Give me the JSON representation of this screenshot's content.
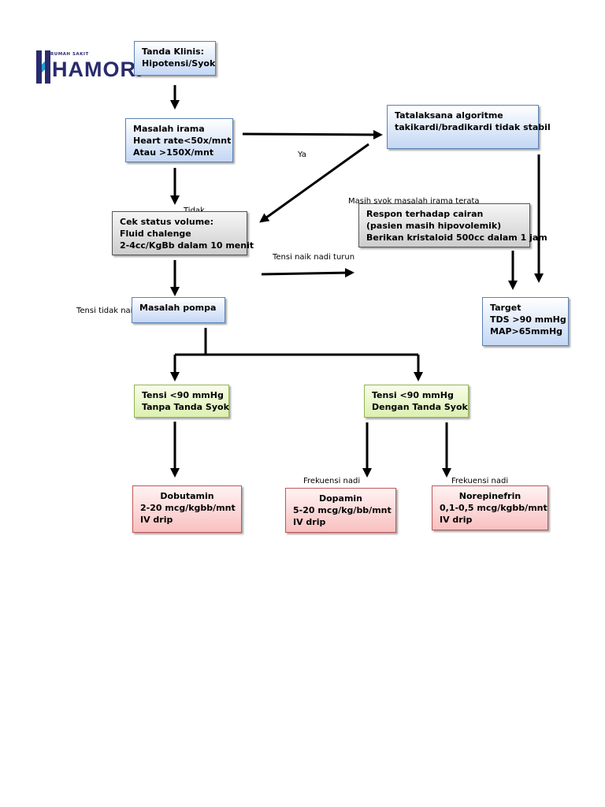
{
  "logo": {
    "small_text": "RUMAH SAKIT",
    "name": "HAMORI",
    "brand_color": "#2a2a6e",
    "accent_color": "#1e9fd6"
  },
  "nodes": {
    "tanda_klinis": {
      "lines": [
        "Tanda Klinis:",
        "Hipotensi/Syok"
      ]
    },
    "masalah_irama": {
      "lines": [
        "Masalah irama",
        "Heart rate<50x/mnt",
        "Atau >150X/mnt"
      ]
    },
    "tatalaksana": {
      "lines": [
        "Tatalaksana algoritme",
        "takikardi/bradikardi tidak stabil"
      ]
    },
    "cek_status": {
      "lines": [
        "Cek status volume:",
        "Fluid chalenge",
        "2-4cc/KgBb dalam 10 menit"
      ]
    },
    "respon_cairan": {
      "lines": [
        "Respon terhadap cairan",
        "(pasien masih hipovolemik)",
        "Berikan kristaloid 500cc dalam 1 jam"
      ]
    },
    "masalah_pompa": {
      "lines": [
        "Masalah pompa"
      ]
    },
    "target": {
      "lines": [
        "Target",
        "TDS >90 mmHg",
        "MAP>65mmHg"
      ]
    },
    "tensi_tanpa": {
      "lines": [
        "Tensi <90 mmHg",
        "Tanpa Tanda Syok"
      ]
    },
    "tensi_dengan": {
      "lines": [
        "Tensi <90 mmHg",
        "Dengan Tanda Syok"
      ]
    },
    "dobutamin": {
      "lines": [
        "Dobutamin",
        "2-20 mcg/kgbb/mnt",
        "IV drip"
      ]
    },
    "dopamin": {
      "lines": [
        "Dopamin",
        "5-20 mcg/kg/bb/mnt",
        "IV drip"
      ]
    },
    "norepinefrin": {
      "lines": [
        "Norepinefrin",
        "0,1-0,5 mcg/kgbb/mnt",
        "IV drip"
      ]
    }
  },
  "labels": {
    "ya": "Ya",
    "tidak": "Tidak",
    "masih_syok": "Masih syok masalah irama teratasi",
    "tensi_naik_nadi_turun": "Tensi naik nadi turun",
    "tensi_tidak_naik": "Tensi tidak naik",
    "frekuensi_nadi_1": "Frekuensi nadi",
    "frekuensi_nadi_2": "Frekuensi nadi"
  },
  "colors": {
    "blue_box": "#c4d7f5",
    "gray_box": "#cdcdcd",
    "green_box": "#dcefb2",
    "red_box": "#f9c0c0",
    "arrow": "#000000"
  }
}
